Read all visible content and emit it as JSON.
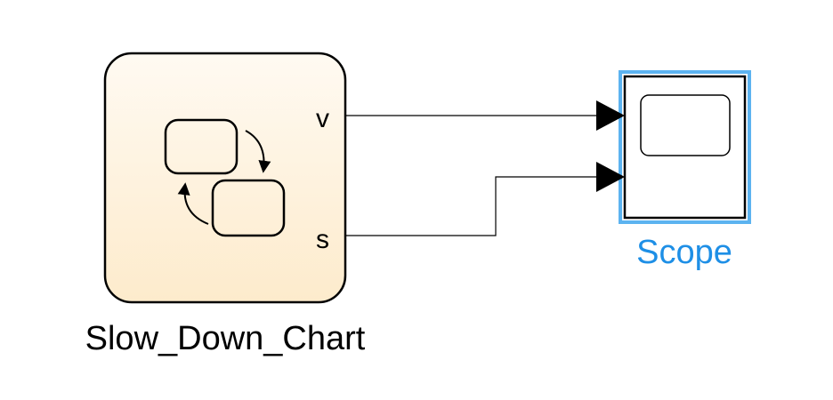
{
  "diagram": {
    "chart_block": {
      "name": "Slow_Down_Chart",
      "icon": "stateflow-chart-icon",
      "fill_top": "#fffaf2",
      "fill_bottom": "#fdebcc",
      "ports": [
        {
          "label": "v"
        },
        {
          "label": "s"
        }
      ]
    },
    "scope_block": {
      "name": "Scope",
      "icon": "scope-screen-icon",
      "selected": true,
      "selection_color": "#5cb3f0",
      "name_color": "#1e8fe6"
    },
    "signals": [
      {
        "from": "Slow_Down_Chart.v",
        "to": "Scope.in1"
      },
      {
        "from": "Slow_Down_Chart.s",
        "to": "Scope.in2"
      }
    ]
  }
}
